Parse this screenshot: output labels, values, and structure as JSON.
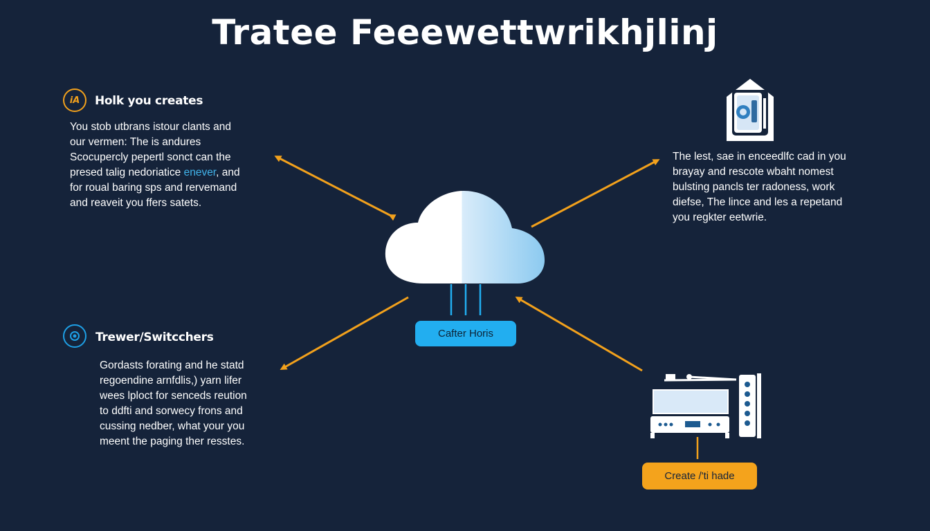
{
  "title": "Tratee Feeewettwrikhjlinj",
  "left_top": {
    "icon": "ia-badge-icon",
    "badge_text": "iA",
    "heading": "Holk you creates",
    "lines": [
      "You stob utbrans istour clants and",
      "our vermen: The is andures",
      "Scocupercly pepertl sonct can the",
      "presed talig nedoriatice ",
      "for roual baring sps and rervemand",
      "and reaveit you ffers satets."
    ],
    "line4_highlight": "enever",
    "line4_tail": ", and"
  },
  "left_bottom": {
    "icon": "target-icon",
    "heading": "Trewer/Switcchers",
    "lines": [
      "Gordasts forating and he statd",
      "regoendine arnfdlis,) yarn lifer",
      "wees lploct for senceds reution",
      "to ddfti and sorwecy frons and",
      "cussing nedber, what your you",
      "meent the paging ther resstes."
    ]
  },
  "right_top": {
    "icon": "server-safe-icon",
    "lines": [
      "The lest, sae in enceedlfc cad in you",
      "brayay and rescote wbaht nomest",
      "bulsting pancls ter radoness, work",
      "diefse, The lince and les a repetand",
      "you regkter eetwrie."
    ]
  },
  "center": {
    "icon": "cloud-icon",
    "label": "Cafter Horis"
  },
  "bottom_right": {
    "icon": "network-hardware-icon",
    "label": "Create /'ti hade"
  },
  "colors": {
    "background": "#15233a",
    "accent_orange": "#f2a11c",
    "accent_blue": "#22aef0"
  }
}
